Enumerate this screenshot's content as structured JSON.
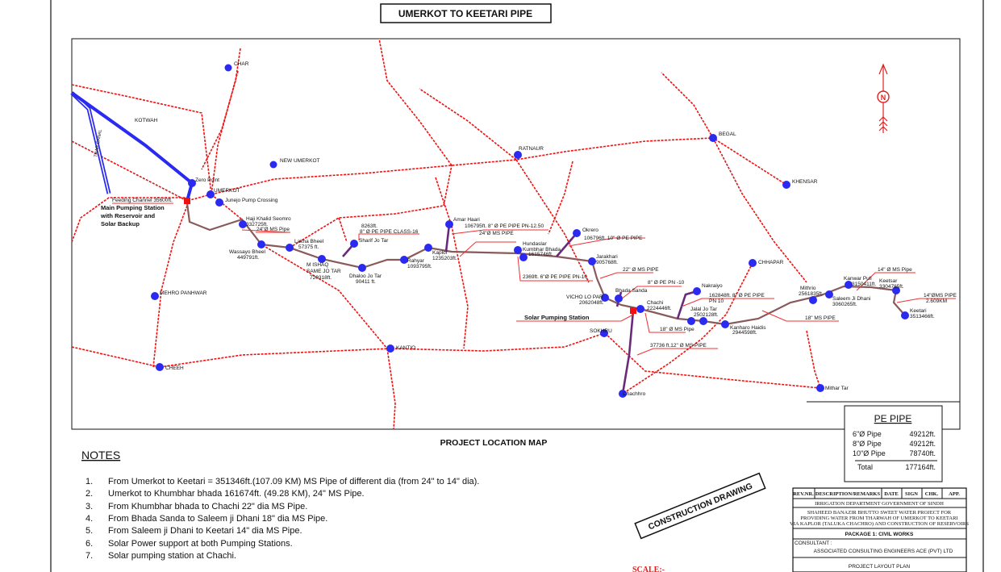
{
  "title": "UMERKOT TO KEETARI PIPE",
  "map_caption": "PROJECT LOCATION MAP",
  "north_label": "N",
  "canal_label": "THAR CANAL",
  "places": {
    "char": "CHAR",
    "kotwah": "KOTWAH",
    "new_umerkot": "NEW UMERKOT",
    "zero_point": "Zero Point",
    "umerkot": "UMERKOT",
    "junejo": "Junejo Pump Crossing",
    "feeding": "Feeding Channel 35600ft.",
    "main_ps": [
      "Main Pumping Station",
      "with Reservoir and",
      "Solar Backup"
    ],
    "haji": [
      "Haji Khalid Seomro",
      "332725ft."
    ],
    "haji_pipe": "24\"Ø MS Pipe",
    "wassayo": [
      "Wassayo Bheel",
      "449791ft."
    ],
    "lakha": [
      "Lakha Bheel",
      "57375 ft."
    ],
    "ishaq": [
      "M ISHAQ",
      "SAME JO TAR",
      "720318ft."
    ],
    "dhaloo": [
      "Dhaloo Jo Tar",
      "90411 ft."
    ],
    "sharif": "Sharif Jo Tar",
    "sharif_pipe": [
      "8263ft.",
      "8\" Ø PE PIPE CLASS-16"
    ],
    "rahyar": [
      "Rahyar",
      "1093795ft."
    ],
    "kaplor": [
      "Kaplor",
      "1235203ft."
    ],
    "amar": "Amar Haari",
    "amar_pipe": "106795ft. 8\" Ø PE PIPE PN-12.50",
    "ms24": "24\"Ø MS PIPE",
    "hundaslar": [
      "Hundaslar",
      "Kumbhar Bhada",
      "1615746ft."
    ],
    "okrero": "Okrero",
    "okrero_pipe": "106796ft. 10\" Ø PE PIPE",
    "jarakhari": [
      "Jarakhari",
      "905768ft."
    ],
    "pe6": "2369ft. 6\"Ø PE PIPE PN-10",
    "ms22": "22\" Ø MS PIPE",
    "pe8": "8\" Ø PE PN -10",
    "bhada": "Bhada Sanda",
    "vicho": [
      "VICHO LO PAR",
      "2062048ft."
    ],
    "chachi": [
      "Chachi",
      "2224446ft."
    ],
    "solar_ps": "Solar Pumping Station",
    "sokhru": "SOKHRU",
    "nakraiyo": "Nakraiyo",
    "nak_pipe": [
      "162848ft. 8\" Ø PE PIPE",
      "PN 10"
    ],
    "jalal": [
      "Jalal Jo Tar",
      "2502128ft."
    ],
    "kanharo": [
      "Kanharo Haidis",
      "2944598ft."
    ],
    "ms18a": "18\" Ø MS Pipe",
    "ms12": "37736 ft.12\" Ø MS PIPE",
    "ms18b": "18\" MS PIPE",
    "mithrio": [
      "Mithrio",
      "2561835ft."
    ],
    "saleem": [
      "Saleem Ji Dhani",
      "3060265ft."
    ],
    "kanwar": [
      "Kanwar Pull",
      "3150411ft."
    ],
    "ms14": "14\" Ø MS Pipe",
    "keetsar": [
      "Keetsar",
      "3304785ft."
    ],
    "ms14b": [
      "14\"ØMS PIPE",
      "2.609KM"
    ],
    "keetari": [
      "Keetari",
      "3513466ft."
    ],
    "chhapar": "CHHAPAR",
    "begal": "BEGAL",
    "khensar": "KHENSAR",
    "ratnaur": "RATNAUR",
    "mehro": "MEHRO PANHWAR",
    "kantio": "KANTIO",
    "cheeh": "CHEEH",
    "chachhro": "Chachhro",
    "mithar": "Mithar Tar"
  },
  "notes": {
    "heading": "NOTES",
    "items": [
      {
        "n": "1.",
        "t": "From Umerkot to Keetari =  351346ft.(107.09 KM) MS Pipe of different dia (from 24\" to 14\" dia)."
      },
      {
        "n": "2.",
        "t": "Umerkot to Khumbhar bhada  161674ft. (49.28 KM), 24\" MS Pipe."
      },
      {
        "n": "3.",
        "t": "From Khumbhar bhada to Chachi 22\" dia MS Pipe."
      },
      {
        "n": "4.",
        "t": "From Bhada Sanda to Saleem ji Dhani 18\" dia MS Pipe."
      },
      {
        "n": "5.",
        "t": "From Saleem ji Dhani to Keetari 14\" dia MS Pipe."
      },
      {
        "n": "6.",
        "t": "Solar Power support at both Pumping Stations."
      },
      {
        "n": "7.",
        "t": "Solar pumping station at Chachi."
      }
    ]
  },
  "stamp": "CONSTRUCTION DRAWING",
  "scale": "SCALE:-",
  "pe_table": {
    "title": "PE PIPE",
    "rows": [
      {
        "k": "6\"Ø Pipe",
        "v": "49212ft."
      },
      {
        "k": "8\"Ø Pipe",
        "v": "49212ft."
      },
      {
        "k": "10\"Ø Pipe",
        "v": "78740ft."
      }
    ],
    "total_k": "Total",
    "total_v": "177164ft."
  },
  "title_block": {
    "headers": [
      "REV.NR.",
      "DESCRIPTION/REMARKS",
      "DATE",
      "SIGN",
      "CHK.",
      "APP."
    ],
    "dept": "IRRIGATION  DEPARTMENT GOVERNMENT OF SINDH",
    "project": [
      "SHAHEED BANAZIR BHUTTO SWEET WATER PROJECT FOR",
      "PROVIDING WATER FROM THARWAH OF UMERKOT TO KEETARI",
      "VIA KAPLOR (TALUKA CHACHRO) AND CONSTRUCTION OF RESERVOIRS"
    ],
    "package": "PACKAGE 1: CIVIL WORKS",
    "consultant_label": "CONSULTANT :",
    "consultant": "ASSOCIATED CONSULTING ENGINEERS ACE (PVT) LTD",
    "drawing": "PROJECT LAYOUT PLAN"
  },
  "colors": {
    "road": "#f01010",
    "node": "#2a2af0",
    "canal": "#2a2af0",
    "pipe": "#8a5a5a",
    "branch": "#6a2a7a"
  }
}
